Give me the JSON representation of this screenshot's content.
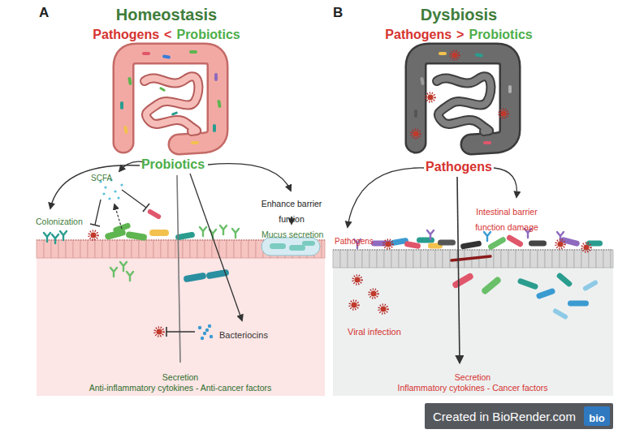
{
  "diagram": {
    "nodes": [
      {
        "text": [
          "Bacteriocins",
          "Secretion",
          "Anti-inflammatory cytokines - Anti-cancer factors"
        ]
      },
      {
        "text": [
          "Viral infection",
          "Secretion",
          "Inflammatory cytokines - Cancer factors"
        ]
      },
      {
        "text": [
          "Created in BioRender.com"
        ]
      },
      {
        "text": [
          "bio"
        ],
        "in": 2
      }
    ],
    "labels": [
      "A",
      "Homeostasis",
      "Pathogens",
      "<",
      "Probiotics",
      "Probiotics",
      "SCFA",
      "Colonization",
      "Enhance barrier funtion",
      "Mucus secretion",
      "B",
      "Dysbiosis",
      "Pathogens",
      ">",
      "Probiotics",
      "Pathogens",
      "Pathogens",
      "Intestinal barrier function damage"
    ]
  }
}
